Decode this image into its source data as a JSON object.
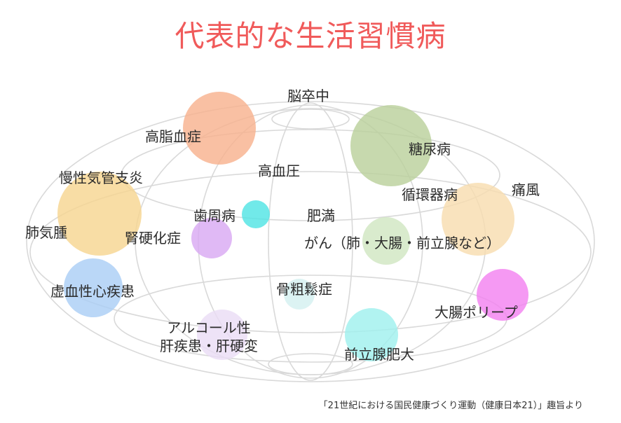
{
  "title": "代表的な生活習慣病",
  "title_color": "#f05a5a",
  "grid_color": "#d9d9d9",
  "diseases": [
    {
      "key": "stroke",
      "label": "脳卒中",
      "color": null
    },
    {
      "key": "hyperlipidemia",
      "label": "高脂血症",
      "color": "#f7b08c"
    },
    {
      "key": "diabetes",
      "label": "糖尿病",
      "color": "#b9cf9a"
    },
    {
      "key": "hypertension",
      "label": "高血圧",
      "color": null
    },
    {
      "key": "copd",
      "label": "慢性気管支炎",
      "color": "#f6d58f"
    },
    {
      "key": "circulatory",
      "label": "循環器病",
      "color": null
    },
    {
      "key": "gout",
      "label": "痛風",
      "color": "#f7dcae"
    },
    {
      "key": "emphysema",
      "label": "肺気腫",
      "color": null
    },
    {
      "key": "periodontal",
      "label": "歯周病",
      "color": "#4de3e3"
    },
    {
      "key": "obesity",
      "label": "肥満",
      "color": null
    },
    {
      "key": "nephrosclerosis",
      "label": "腎硬化症",
      "color": "#d8a8f2"
    },
    {
      "key": "cancer",
      "label": "がん（肺・大腸・前立腺など）",
      "color": "#cfe6c1"
    },
    {
      "key": "ihd",
      "label": "虚血性心疾患",
      "color": "#a9cdf5"
    },
    {
      "key": "osteoporosis",
      "label": "骨粗鬆症",
      "color": "#d3f0f0"
    },
    {
      "key": "colon_polyp",
      "label": "大腸ポリープ",
      "color": "#f27ff0"
    },
    {
      "key": "alcohol_liver",
      "label": "アルコール性\n肝疾患・肝硬変",
      "color": "#eadcf5"
    },
    {
      "key": "prostate",
      "label": "前立腺肥大",
      "color": "#9df0ee"
    }
  ],
  "source": "「21世紀における国民健康づくり運動（健康日本21）」趣旨より"
}
